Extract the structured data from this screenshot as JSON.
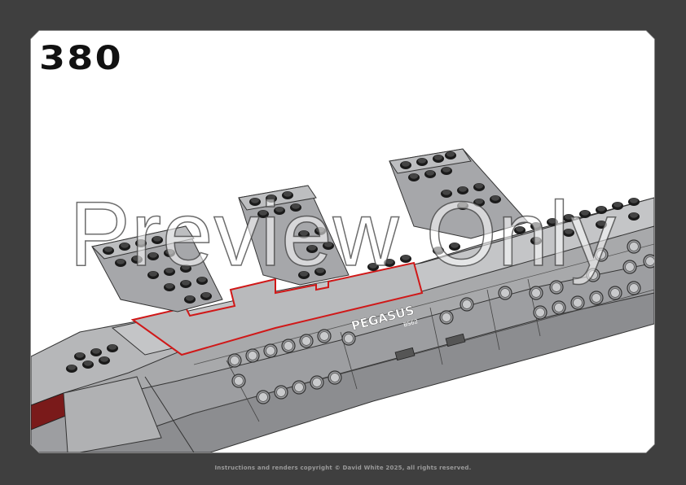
{
  "step": {
    "number": "380"
  },
  "model": {
    "decal_name": "PEGASUS",
    "decal_code": "BS62"
  },
  "watermark": {
    "text": "Preview Only"
  },
  "footer": {
    "copyright": "Instructions and renders copyright © David White 2025, all rights reserved."
  },
  "colors": {
    "frame": "#3f3f3f",
    "page": "#ffffff",
    "brick_grey": "#a8a9ab",
    "brick_grey_dark": "#8c8d90",
    "highlight_outline": "#d01818",
    "accent_dark_red": "#7a1a1a"
  }
}
